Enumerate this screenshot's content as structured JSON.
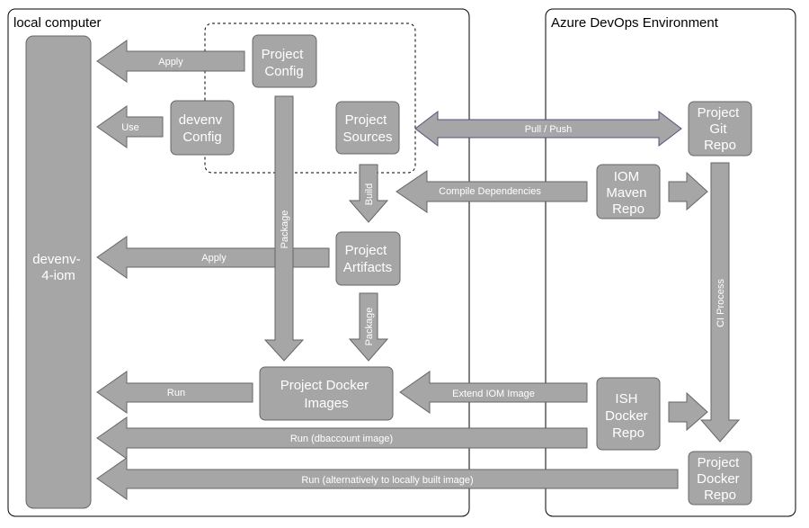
{
  "groups": {
    "local": "local computer",
    "azure": "Azure DevOps Environment"
  },
  "boxes": {
    "devenv_4_iom": [
      "devenv-",
      "4-iom"
    ],
    "project_config": [
      "Project",
      "Config"
    ],
    "devenv_config": [
      "devenv",
      "Config"
    ],
    "project_sources": [
      "Project",
      "Sources"
    ],
    "project_artifacts": [
      "Project",
      "Artifacts"
    ],
    "project_docker_images": [
      "Project Docker",
      "Images"
    ],
    "project_git_repo": [
      "Project",
      "Git",
      "Repo"
    ],
    "iom_maven_repo": [
      "IOM",
      "Maven",
      "Repo"
    ],
    "ish_docker_repo": [
      "ISH",
      "Docker",
      "Repo"
    ],
    "project_docker_repo": [
      "Project",
      "Docker",
      "Repo"
    ]
  },
  "arrows": {
    "apply_config": "Apply",
    "use_config": "Use",
    "pull_push": "Pull / Push",
    "compile_dependencies": "Compile Dependencies",
    "build": "Build",
    "apply_artifacts": "Apply",
    "package_config": "Package",
    "package_artifacts": "Package",
    "ci_process": "CI Process",
    "run_images": "Run",
    "extend_iom_image": "Extend IOM Image",
    "run_dbaccount": "Run (dbaccount image)",
    "run_alternative": "Run (alternatively to locally built image)"
  }
}
